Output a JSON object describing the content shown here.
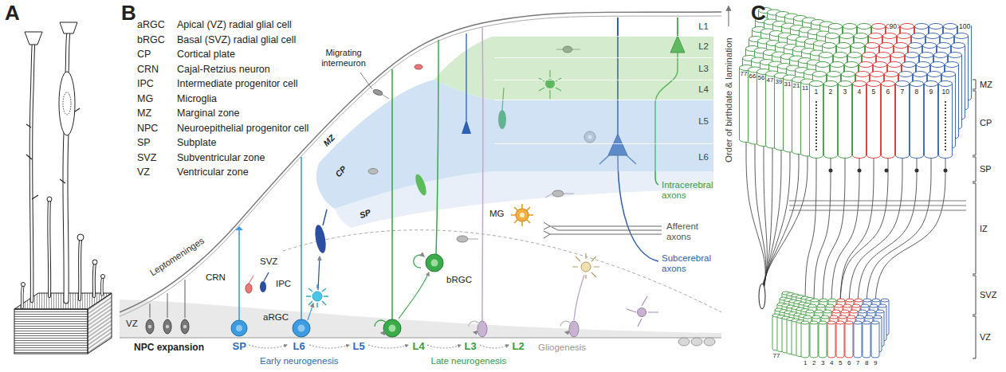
{
  "diagram": {
    "nodes": [
      {
        "text": [
          "L1"
        ]
      },
      {
        "text": [
          "L2"
        ]
      },
      {
        "text": [
          "L3"
        ]
      },
      {
        "text": [
          "L4"
        ]
      },
      {
        "text": [
          "L5"
        ]
      },
      {
        "text": [
          "L6"
        ]
      }
    ],
    "labels": [
      "A",
      "B",
      "C",
      "aRGC",
      "Apical (VZ) radial glial cell",
      "bRGC",
      "Basal (SVZ) radial glial cell",
      "CP",
      "Cortical plate",
      "CRN",
      "Cajal-Retzius neuron",
      "IPC",
      "Intermediate progenitor cell",
      "MG",
      "Microglia",
      "MZ",
      "Marginal zone",
      "NPC",
      "Neuroepithelial progenitor cell",
      "SP",
      "Subplate",
      "SVZ",
      "Subventricular zone",
      "VZ",
      "Ventricular zone",
      "Migrating interneuron",
      "Order of birthdate & lamination",
      "MZ",
      "CP",
      "SP",
      "Leptomeninges",
      "CRN",
      "SVZ",
      "IPC",
      "bRGC",
      "MG",
      "Intracerebral axons",
      "Afferent axons",
      "Subcerebral axons",
      "VZ",
      "aRGC",
      "NPC expansion",
      "SP",
      "L6",
      "L5",
      "L4",
      "L3",
      "L2",
      "Early neurogenesis",
      "Late neurogenesis",
      "Gliogenesis",
      "MZ",
      "CP",
      "SP",
      "IZ",
      "SVZ",
      "VZ",
      "1",
      "2",
      "3",
      "4",
      "5",
      "6",
      "7",
      "8",
      "9",
      "10",
      "11",
      "21",
      "31",
      "39",
      "47",
      "56",
      "66",
      "77",
      "90",
      "100",
      "77",
      "1",
      "2",
      "3",
      "4",
      "5",
      "6",
      "7",
      "8",
      "9"
    ]
  }
}
